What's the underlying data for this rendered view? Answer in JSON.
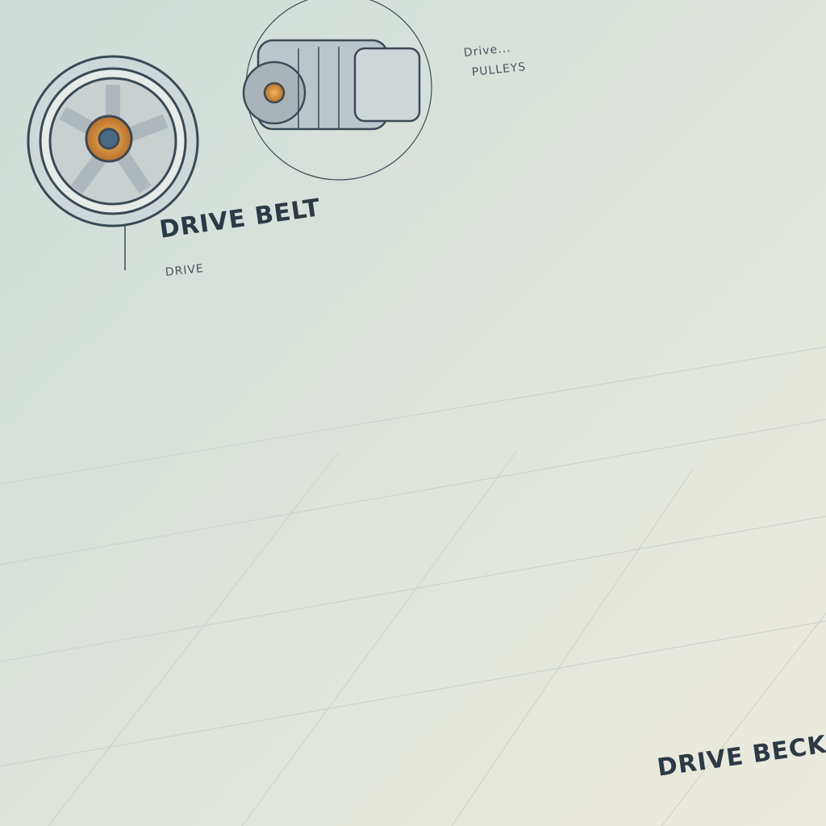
{
  "labels": {
    "drive_belt_top": "DRIVE BELT",
    "drive_belt_bottom": "DRIVE BECK",
    "scribble_top_1": "Drive...",
    "scribble_top_2": "PULLEYS",
    "scribble_mid": "DRIVE"
  },
  "colors": {
    "background": "#dfe7e2",
    "line": "#3b4a55",
    "metal": "#b9c3c8",
    "accent": "#d98a2b",
    "body": "#c2c6c8"
  }
}
